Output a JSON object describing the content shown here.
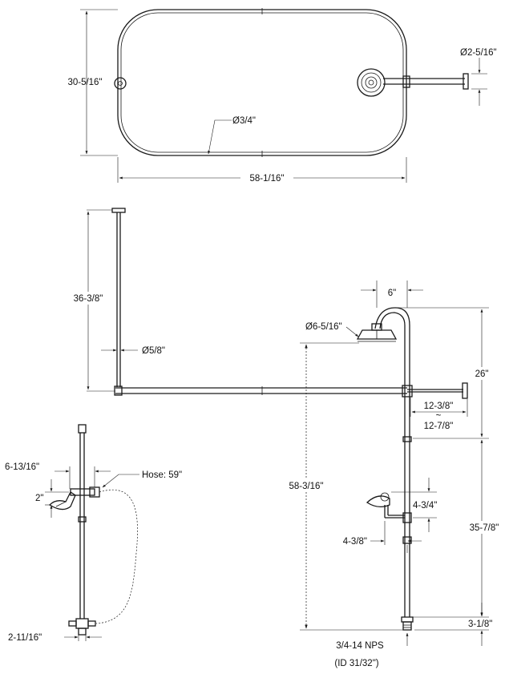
{
  "top_view": {
    "width": "58-1/16\"",
    "height": "30-5/16\"",
    "rod_diameter": "Ø3/4\"",
    "flange_diameter": "Ø2-5/16\""
  },
  "elevation": {
    "ceiling_support_height": "36-3/8\"",
    "support_rod_diameter": "Ø5/8\"",
    "head_offset": "6\"",
    "shower_head_diameter": "Ø6-5/16\"",
    "riser_top_height": "26\"",
    "wall_offset_min": "12-3/8\"",
    "wall_offset_tilde": "~",
    "wall_offset_max": "12-7/8\"",
    "shower_head_height": "58-3/16\"",
    "hand_shower_drop": "4-3/4\"",
    "valve_height": "35-7/8\"",
    "hand_shower_offset": "4-3/8\"",
    "base_height": "3-1/8\"",
    "inlet_thread": "3/4-14 NPS",
    "inlet_id": "(ID 31/32\")"
  },
  "side_view": {
    "bracket_offset": "6-13/16\"",
    "holder_height": "2\"",
    "hose_length": "Hose: 59\"",
    "inlet_width": "2-11/16\""
  }
}
